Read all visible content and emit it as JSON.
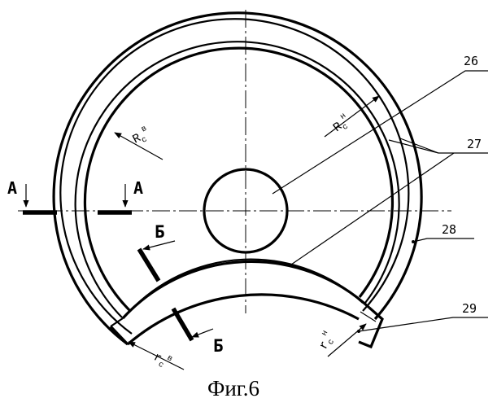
{
  "labels": {
    "section_a": "А",
    "section_b": "Б"
  },
  "callouts": {
    "c26": "26",
    "c27": "27",
    "c28": "28",
    "c29": "29"
  },
  "radii": {
    "outer_upper": {
      "base": "R",
      "sub": "c",
      "sup": "н"
    },
    "inner_upper": {
      "base": "R",
      "sub": "c",
      "sup": "в"
    },
    "outer_lower": {
      "base": "r",
      "sub": "c",
      "sup": "н"
    },
    "inner_lower": {
      "base": "r",
      "sub": "c",
      "sup": "в"
    }
  },
  "caption": "Фиг.6"
}
